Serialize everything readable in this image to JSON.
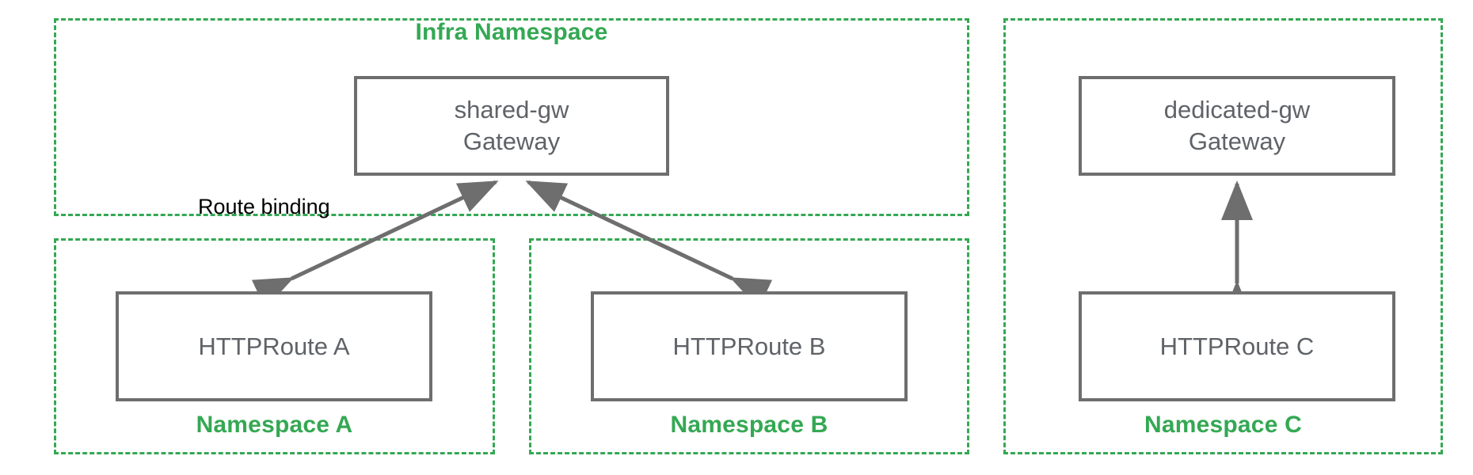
{
  "diagram": {
    "title_hidden": "",
    "colors": {
      "namespace_border": "#34a853",
      "namespace_label": "#34a853",
      "node_border": "#6e6e6e",
      "node_text": "#5f6368",
      "arrow": "#6e6e6e",
      "annotation_text": "#000000",
      "background": "#ffffff"
    },
    "namespaces": [
      {
        "id": "infra",
        "label": "Infra Namespace",
        "label_position": "top"
      },
      {
        "id": "ns-a",
        "label": "Namespace A",
        "label_position": "bottom"
      },
      {
        "id": "ns-b",
        "label": "Namespace B",
        "label_position": "bottom"
      },
      {
        "id": "ns-c",
        "label": "Namespace C",
        "label_position": "bottom"
      }
    ],
    "nodes": [
      {
        "id": "shared-gw",
        "line1": "shared-gw",
        "line2": "Gateway"
      },
      {
        "id": "dedicated-gw",
        "line1": "dedicated-gw",
        "line2": "Gateway"
      },
      {
        "id": "httproute-a",
        "line1": "HTTPRoute A",
        "line2": ""
      },
      {
        "id": "httproute-b",
        "line1": "HTTPRoute B",
        "line2": ""
      },
      {
        "id": "httproute-c",
        "line1": "HTTPRoute C",
        "line2": ""
      }
    ],
    "annotations": [
      {
        "id": "route-binding",
        "text": "Route binding"
      }
    ],
    "edges": [
      {
        "from": "httproute-a",
        "to": "shared-gw",
        "arrowheads": "both"
      },
      {
        "from": "httproute-b",
        "to": "shared-gw",
        "arrowheads": "both"
      },
      {
        "from": "httproute-c",
        "to": "dedicated-gw",
        "arrowheads": "both"
      }
    ]
  }
}
